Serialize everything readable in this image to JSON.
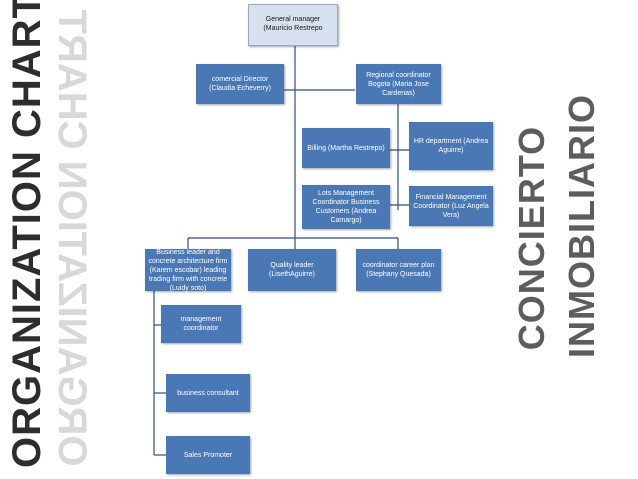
{
  "title_left": "ORGANIZATION CHART",
  "title_right": [
    "CONCIERTO",
    "INMOBILIARIO"
  ],
  "nodes": {
    "gm": "General manager (Mauricio Restrepo",
    "commercial": "comercial Director (Claudia Echeverry)",
    "regional": "Regional coordinator Bogota (Maria Jose Cardenas)",
    "billing": "Billing (Martha Restrepo)",
    "hr": "HR department (Andrea Aguirre)",
    "lots": "Lots Management Coordinator Business Customers (Andrea Camargo)",
    "financial": "Financial Management Coordinator (Luz Angela Vera)",
    "business_leader": "Business leader and concrete architecture firm (Karem escobar) leading trading firm with concrete (Luidy soto)",
    "quality": "Quality leader (LisethAguirre)",
    "career": "coordinator career plan (Stephany Quesada)",
    "management": "management coordinator",
    "consultant": "business consultant",
    "sales": "Sales Promoter"
  }
}
